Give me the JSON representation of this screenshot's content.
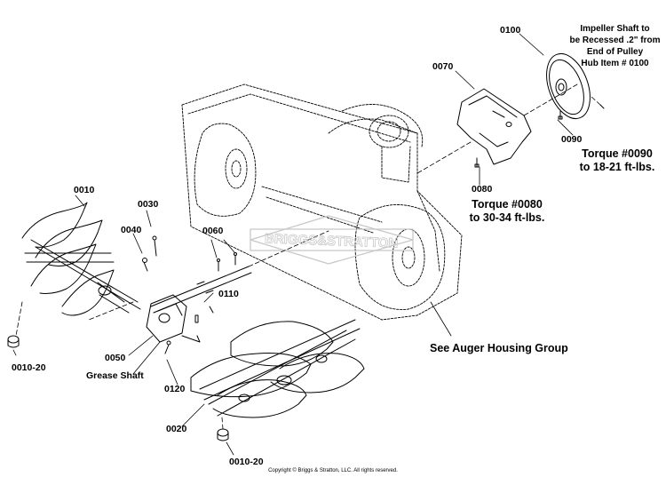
{
  "labels": {
    "p0010": "0010",
    "p0010_20_left": "0010-20",
    "p0020": "0020",
    "p0010_20_bottom": "0010-20",
    "p0030": "0030",
    "p0040": "0040",
    "p0050": "0050",
    "p0060": "0060",
    "p0070": "0070",
    "p0080": "0080",
    "p0090": "0090",
    "p0100": "0100",
    "p0110": "0110",
    "p0120": "0120",
    "grease_shaft": "Grease Shaft"
  },
  "notes": {
    "impeller_1": "Impeller Shaft to",
    "impeller_2": "be Recessed .2\" from",
    "impeller_3": "End of Pulley",
    "impeller_4": "Hub Item # 0100",
    "torque_0090_1": "Torque #0090",
    "torque_0090_2": "to 18-21 ft-lbs.",
    "torque_0080_1": "Torque #0080",
    "torque_0080_2": "to 30-34 ft-lbs.",
    "auger_housing": "See Auger Housing Group"
  },
  "watermark": "BRIGGS&STRATTON",
  "copyright": "Copyright © Briggs & Stratton, LLC. All rights reserved."
}
